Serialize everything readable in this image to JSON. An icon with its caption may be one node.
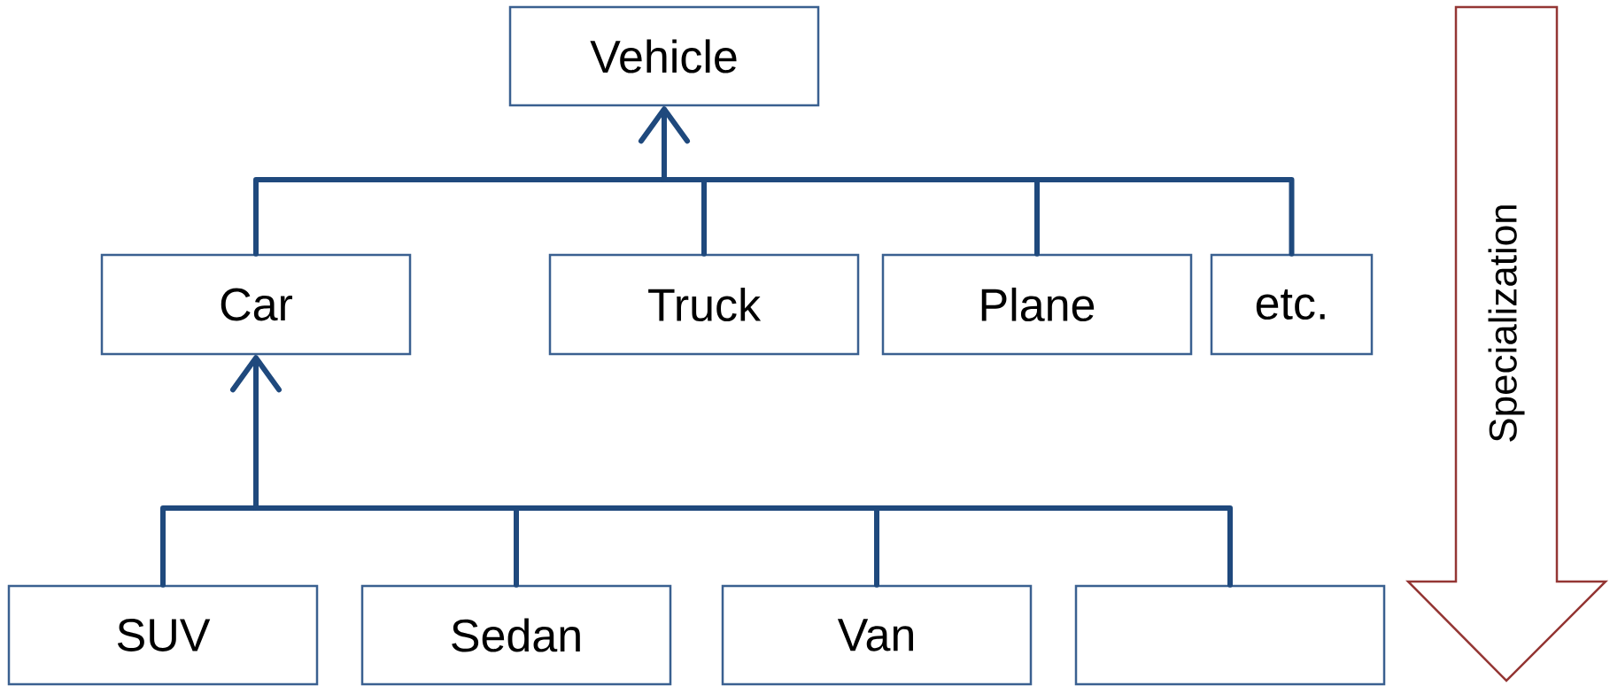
{
  "diagram": {
    "nodes": [
      {
        "text": [
          "Vehicle"
        ]
      },
      {
        "text": [
          "Car"
        ]
      },
      {
        "text": [
          "Truck"
        ]
      },
      {
        "text": [
          "Plane"
        ]
      },
      {
        "text": [
          "etc."
        ]
      },
      {
        "text": [
          "SUV"
        ]
      },
      {
        "text": [
          "Sedan"
        ]
      },
      {
        "text": [
          "Van"
        ]
      },
      {
        "text": [],
        "shape": "box"
      }
    ],
    "edges": [
      {
        "from": 1,
        "to": 0,
        "arrow": "to"
      },
      {
        "from": 2,
        "to": 0,
        "arrow": "to"
      },
      {
        "from": 3,
        "to": 0,
        "arrow": "to"
      },
      {
        "from": 4,
        "to": 0,
        "arrow": "to"
      },
      {
        "from": 5,
        "to": 1,
        "arrow": "to"
      },
      {
        "from": 6,
        "to": 1,
        "arrow": "to"
      },
      {
        "from": 7,
        "to": 1,
        "arrow": "to"
      },
      {
        "from": 8,
        "to": 1,
        "arrow": "to"
      }
    ],
    "labels": [
      "Specialization"
    ]
  }
}
